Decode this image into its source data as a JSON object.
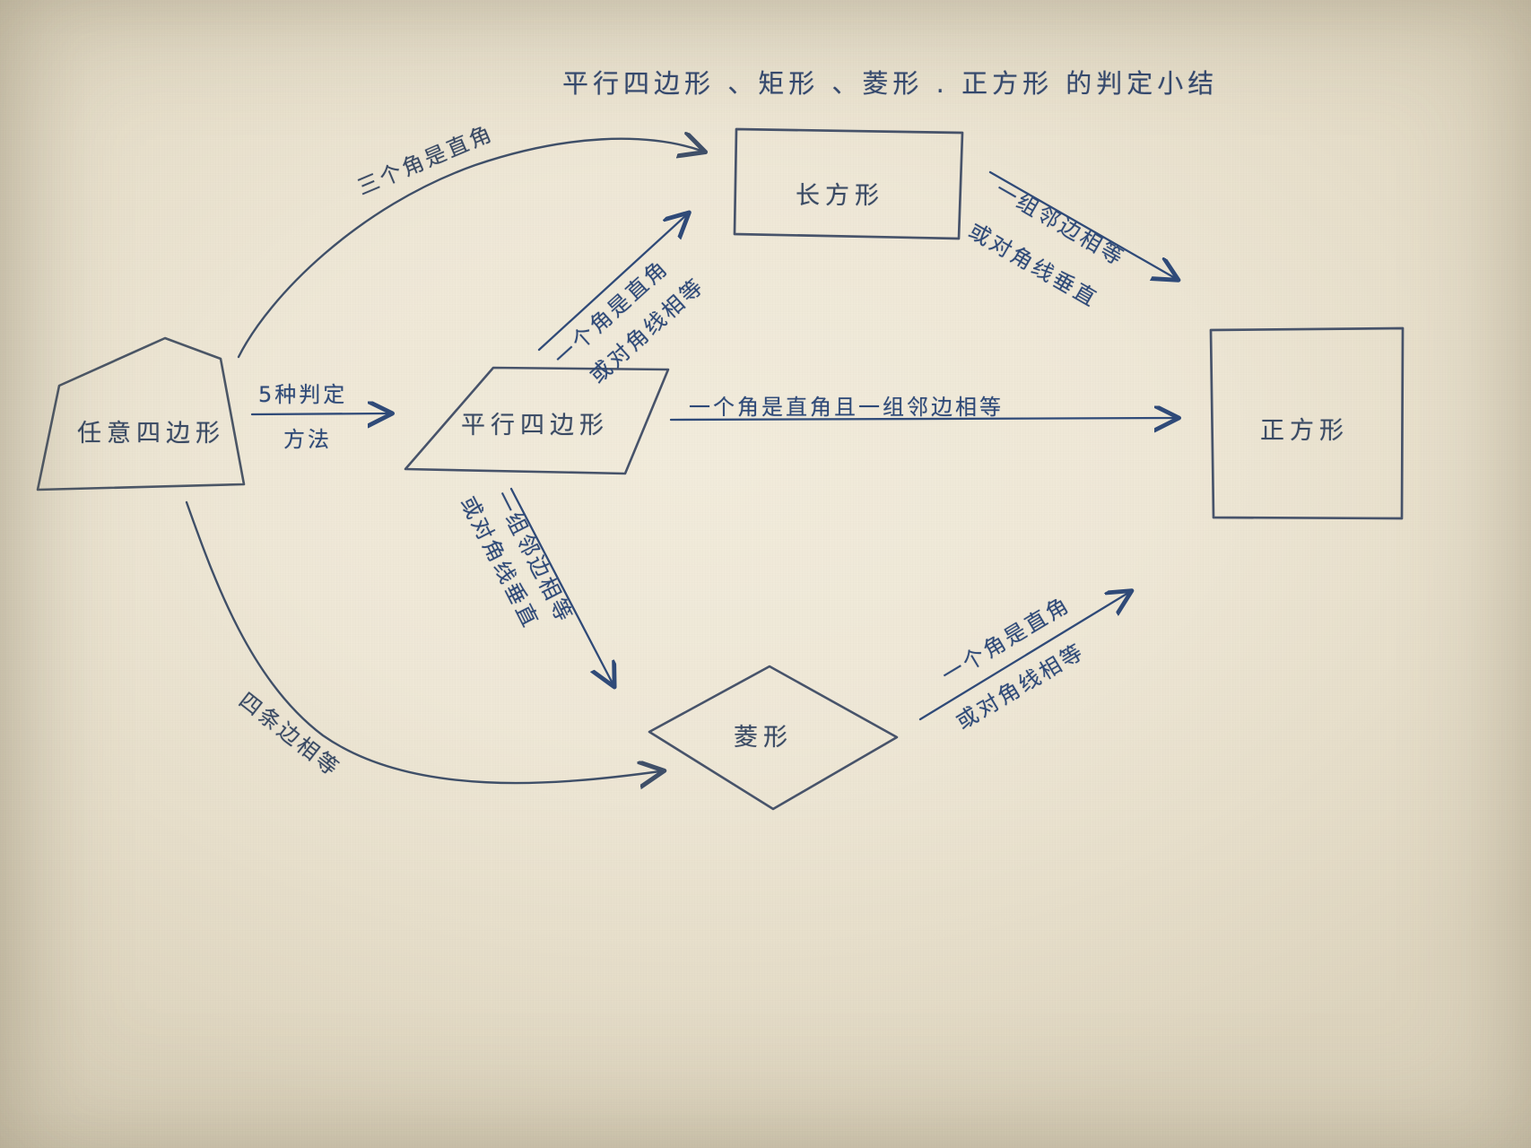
{
  "page": {
    "kind": "hand-drawn-notebook-diagram",
    "title": "平行四边形 、矩形 、菱形 . 正方形 的判定小结",
    "ink_color": "#2f4a78",
    "pencil_color": "#3a4a63",
    "paper_color": "#ece5d4"
  },
  "nodes": [
    {
      "id": "quad",
      "label": "任意四边形",
      "shape": "irregular-quadrilateral"
    },
    {
      "id": "para",
      "label": "平行四边形",
      "shape": "parallelogram"
    },
    {
      "id": "rect",
      "label": "长方形",
      "shape": "rectangle"
    },
    {
      "id": "rhombus",
      "label": "菱形",
      "shape": "rhombus"
    },
    {
      "id": "square",
      "label": "正方形",
      "shape": "square"
    }
  ],
  "edges": [
    {
      "id": "quad-to-rect",
      "from": "quad",
      "to": "rect",
      "line1": "三个角是直角",
      "line2": ""
    },
    {
      "id": "quad-to-para",
      "from": "quad",
      "to": "para",
      "line1": "5种判定",
      "line2": "方法"
    },
    {
      "id": "quad-to-rhombus",
      "from": "quad",
      "to": "rhombus",
      "line1": "四条边相等",
      "line2": ""
    },
    {
      "id": "para-to-rect",
      "from": "para",
      "to": "rect",
      "line1": "一个角是直角",
      "line2": "或对角线相等"
    },
    {
      "id": "para-to-square",
      "from": "para",
      "to": "square",
      "line1": "一个角是直角且一组邻边相等",
      "line2": ""
    },
    {
      "id": "para-to-rhombus",
      "from": "para",
      "to": "rhombus",
      "line1": "一组邻边相等",
      "line2": "或对角线垂直"
    },
    {
      "id": "rect-to-square",
      "from": "rect",
      "to": "square",
      "line1": "一组邻边相等",
      "line2": "或对角线垂直"
    },
    {
      "id": "rhombus-to-square",
      "from": "rhombus",
      "to": "square",
      "line1": "一个角是直角",
      "line2": "或对角线相等"
    }
  ]
}
